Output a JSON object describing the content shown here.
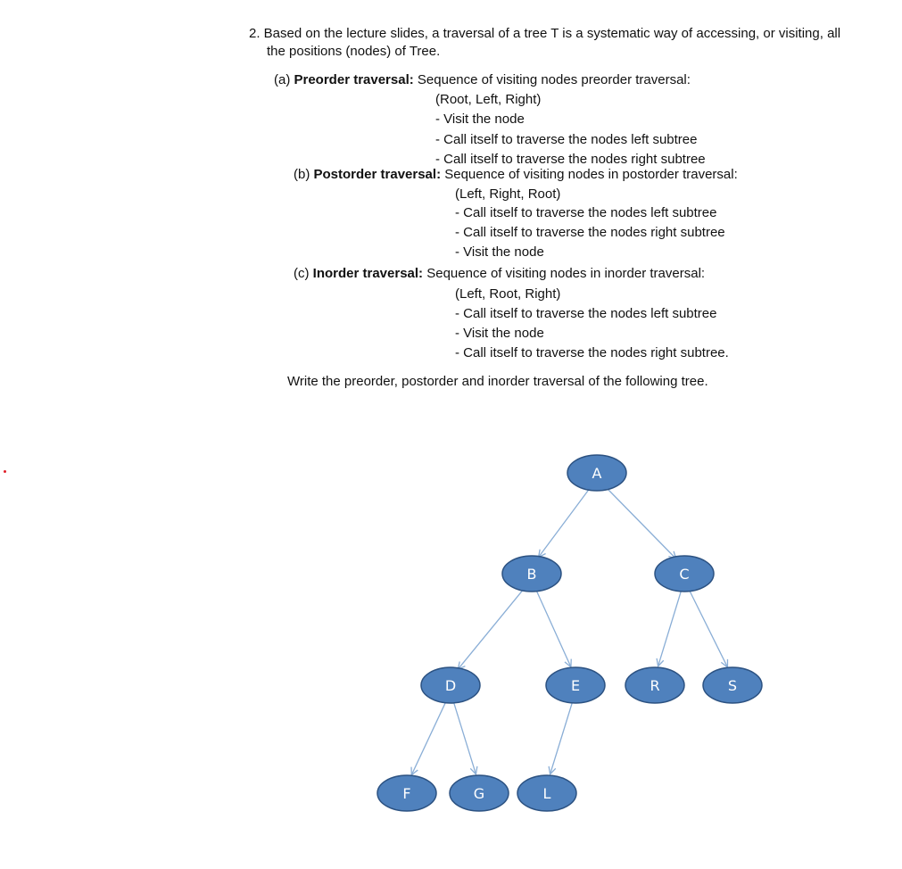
{
  "question": {
    "number_intro": "2. Based on the lecture slides, a traversal of a tree T  is a systematic way of accessing, or visiting, all",
    "intro_cont": "the positions (nodes) of Tree."
  },
  "parts": {
    "a": {
      "prefix": "(a) ",
      "title": "Preorder traversal:",
      "desc": " Sequence of visiting nodes preorder traversal:",
      "lines": [
        "(Root, Left, Right)",
        "- Visit the node",
        "- Call itself to traverse the nodes left subtree",
        "- Call itself to traverse the nodes right subtree"
      ]
    },
    "b": {
      "prefix": "(b) ",
      "title": "Postorder traversal:",
      "desc": " Sequence of visiting nodes in postorder traversal:",
      "lines": [
        "(Left, Right, Root)",
        "- Call itself to traverse the nodes left subtree",
        "- Call itself to traverse the nodes right subtree",
        "- Visit the node"
      ]
    },
    "c": {
      "prefix": "(c) ",
      "title": "Inorder traversal:",
      "desc": " Sequence of visiting nodes in inorder traversal:",
      "lines": [
        "(Left, Root, Right)",
        "- Call itself to traverse the nodes left subtree",
        "- Visit the node",
        "- Call itself to traverse the nodes right subtree."
      ]
    }
  },
  "instruction": "Write the preorder, postorder and inorder traversal of the following tree.",
  "tree": {
    "node_fill": "#4f81bd",
    "node_stroke": "#2c5282",
    "edge_color": "#8aaed6",
    "nodes": {
      "A": "A",
      "B": "B",
      "C": "C",
      "D": "D",
      "E": "E",
      "R": "R",
      "S": "S",
      "F": "F",
      "G": "G",
      "L": "L"
    },
    "edges": [
      [
        "A",
        "B"
      ],
      [
        "A",
        "C"
      ],
      [
        "B",
        "D"
      ],
      [
        "B",
        "E"
      ],
      [
        "C",
        "R"
      ],
      [
        "C",
        "S"
      ],
      [
        "D",
        "F"
      ],
      [
        "D",
        "G"
      ],
      [
        "E",
        "L"
      ]
    ]
  }
}
